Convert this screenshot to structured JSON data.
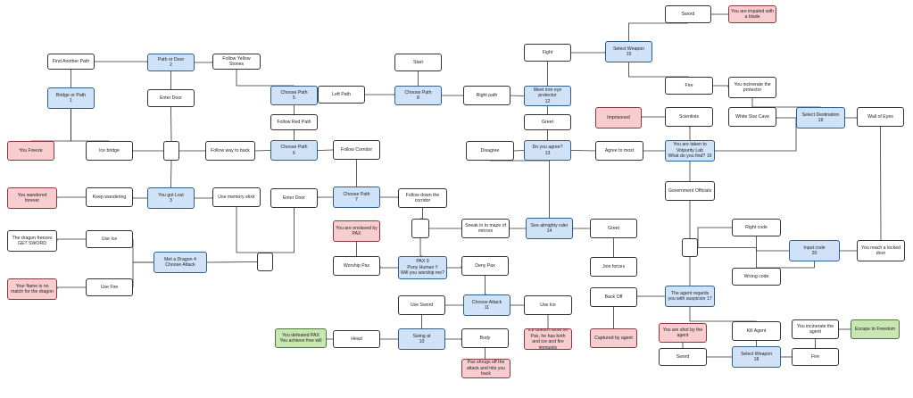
{
  "colors": {
    "choice": "#cfe2f7",
    "bad": "#f8cdd0",
    "good": "#c8e6b4",
    "plain": "#ffffff",
    "line": "#333333"
  },
  "nodes": [
    {
      "id": "find_another_path",
      "title": "Find Another Path",
      "kind": "plain"
    },
    {
      "id": "bridge_or_path",
      "title": "Bridge or Path",
      "num": "1",
      "kind": "choice"
    },
    {
      "id": "path_or_door",
      "title": "Path or Door",
      "num": "2",
      "kind": "choice"
    },
    {
      "id": "follow_yellow_stones",
      "title": "Follow Yellow Stones",
      "kind": "plain"
    },
    {
      "id": "enter_door_top",
      "title": "Enter Door",
      "kind": "plain"
    },
    {
      "id": "you_freeze",
      "title": "You Freeze",
      "kind": "bad"
    },
    {
      "id": "ice_bridge",
      "title": "Ice bridge",
      "kind": "plain"
    },
    {
      "id": "junction_a",
      "title": "",
      "kind": "junction"
    },
    {
      "id": "follow_way_back",
      "title": "Follow way to back",
      "kind": "plain"
    },
    {
      "id": "wandered_forever",
      "title": "You wandered forever",
      "kind": "bad"
    },
    {
      "id": "keep_wandering",
      "title": "Keep wandering",
      "kind": "plain"
    },
    {
      "id": "you_got_lost",
      "title": "You got Lost",
      "num": "3",
      "kind": "choice"
    },
    {
      "id": "use_memory_elixir",
      "title": "Use memory elixir",
      "kind": "plain"
    },
    {
      "id": "dragon_freezes",
      "title": "The dragon freezes\nGET SWORD",
      "kind": "plain"
    },
    {
      "id": "use_ice_left",
      "title": "Use Ice",
      "kind": "plain"
    },
    {
      "id": "met_dragon",
      "title": "Met a Dragon 4\nChoose Attack",
      "kind": "choice"
    },
    {
      "id": "junction_b",
      "title": "",
      "kind": "junction"
    },
    {
      "id": "flame_no_match",
      "title": "Your flame is no match for the dragon",
      "kind": "bad"
    },
    {
      "id": "use_fire_left",
      "title": "Use Fire",
      "kind": "plain"
    },
    {
      "id": "choose_path_5",
      "title": "Choose Path",
      "num": "5",
      "kind": "choice"
    },
    {
      "id": "left_path",
      "title": "Left Path",
      "kind": "plain"
    },
    {
      "id": "follow_red_path",
      "title": "Follow Red Path",
      "kind": "plain"
    },
    {
      "id": "choose_path_6",
      "title": "Choose Path",
      "num": "6",
      "kind": "choice"
    },
    {
      "id": "follow_corridor",
      "title": "Follow Corridor",
      "kind": "plain"
    },
    {
      "id": "enter_door_mid",
      "title": "Enter Door",
      "kind": "plain"
    },
    {
      "id": "choose_path_7",
      "title": "Choose Path",
      "num": "7",
      "kind": "choice"
    },
    {
      "id": "follow_down_corridor",
      "title": "Follow down the corridor",
      "kind": "plain"
    },
    {
      "id": "start",
      "title": "Start",
      "kind": "plain"
    },
    {
      "id": "choose_path_8",
      "title": "Choose Path",
      "num": "8",
      "kind": "choice"
    },
    {
      "id": "right_path",
      "title": "Right path",
      "kind": "plain"
    },
    {
      "id": "enslaved_by_pax",
      "title": "You are enslaved by PAX",
      "kind": "bad"
    },
    {
      "id": "junction_c",
      "title": "",
      "kind": "junction"
    },
    {
      "id": "sneak_maze",
      "title": "Sneak in to maze of mirrors",
      "kind": "plain"
    },
    {
      "id": "see_almighty_ruler",
      "title": "See almighty ruler",
      "num": "14",
      "kind": "choice"
    },
    {
      "id": "greet_14",
      "title": "Greet",
      "kind": "plain"
    },
    {
      "id": "worship_pax",
      "title": "Worship Pax",
      "kind": "plain"
    },
    {
      "id": "pax_9",
      "title": "PAX 9\nPuny Human !!\nWill you worship me?",
      "kind": "choice"
    },
    {
      "id": "deny_pax",
      "title": "Deny Pax",
      "kind": "plain"
    },
    {
      "id": "join_forces",
      "title": "Join forces",
      "kind": "plain"
    },
    {
      "id": "use_sword_11",
      "title": "Use Sword",
      "kind": "plain"
    },
    {
      "id": "choose_attack_11",
      "title": "Choose Attack",
      "num": "11",
      "kind": "choice"
    },
    {
      "id": "use_ice_11",
      "title": "Use Ice",
      "kind": "plain"
    },
    {
      "id": "defeated_pax",
      "title": "You defeated PAX\nYou achieve free will",
      "kind": "good"
    },
    {
      "id": "head",
      "title": "Head",
      "kind": "plain"
    },
    {
      "id": "swing_at",
      "title": "Swing at",
      "num": "10",
      "kind": "choice"
    },
    {
      "id": "body",
      "title": "Body",
      "kind": "plain"
    },
    {
      "id": "ice_no_work",
      "title": "Ice doesn't work on Pax, he has both and ice and fire immunity",
      "kind": "bad"
    },
    {
      "id": "pax_shrugs",
      "title": "Pax shrugs off the attack and hits you back",
      "kind": "bad"
    },
    {
      "id": "fight",
      "title": "Fight",
      "kind": "plain"
    },
    {
      "id": "select_weapon_15",
      "title": "Select Weapon",
      "num": "15",
      "kind": "choice"
    },
    {
      "id": "sword_top",
      "title": "Sword",
      "kind": "plain"
    },
    {
      "id": "impaled",
      "title": "You are impaled with a blade",
      "kind": "bad"
    },
    {
      "id": "meet_iron_eye",
      "title": "Meet iron eye protector",
      "num": "12",
      "kind": "choice"
    },
    {
      "id": "fire_top",
      "title": "Fire",
      "kind": "plain"
    },
    {
      "id": "incinerate_protector",
      "title": "You incinerate the protector",
      "kind": "plain"
    },
    {
      "id": "greet_12",
      "title": "Greet",
      "kind": "plain"
    },
    {
      "id": "disagree",
      "title": "Disagree",
      "kind": "plain"
    },
    {
      "id": "do_you_agree",
      "title": "Do you agree?",
      "num": "13",
      "kind": "choice"
    },
    {
      "id": "agree_most",
      "title": "Agree to most",
      "kind": "plain"
    },
    {
      "id": "imprisoned",
      "title": "Imprisoned",
      "kind": "bad"
    },
    {
      "id": "scientists",
      "title": "Scientists",
      "kind": "plain"
    },
    {
      "id": "taken_to_volpurity",
      "title": "You are taken to Volpurity Lab\nWhat do you find? 16",
      "kind": "choice"
    },
    {
      "id": "white_star_cave",
      "title": "White Star Cave",
      "kind": "plain"
    },
    {
      "id": "select_destination",
      "title": "Select Destination",
      "num": "19",
      "kind": "choice"
    },
    {
      "id": "wall_of_eyes",
      "title": "Wall of Eyes",
      "kind": "plain"
    },
    {
      "id": "government_officials",
      "title": "Government Officials",
      "kind": "plain"
    },
    {
      "id": "junction_d",
      "title": "",
      "kind": "junction"
    },
    {
      "id": "right_code",
      "title": "Right code",
      "kind": "plain"
    },
    {
      "id": "input_code",
      "title": "Input code",
      "num": "20",
      "kind": "choice"
    },
    {
      "id": "locked_door",
      "title": "You reach a locked door",
      "kind": "plain"
    },
    {
      "id": "wrong_code",
      "title": "Wrong code",
      "kind": "plain"
    },
    {
      "id": "back_off",
      "title": "Back Off",
      "kind": "plain"
    },
    {
      "id": "agent_suspicion",
      "title": "The agent regards you with suspicion 17",
      "kind": "choice"
    },
    {
      "id": "captured_by_agent",
      "title": "Captured by agent",
      "kind": "bad"
    },
    {
      "id": "shot_by_agent",
      "title": "You are shot by the agent",
      "kind": "bad"
    },
    {
      "id": "kill_agent",
      "title": "Kill Agent",
      "kind": "plain"
    },
    {
      "id": "incinerate_agent",
      "title": "You incinerate the agent",
      "kind": "plain"
    },
    {
      "id": "escape_freedom",
      "title": "Escape to Freedom",
      "kind": "good"
    },
    {
      "id": "sword_bottom",
      "title": "Sword",
      "kind": "plain"
    },
    {
      "id": "select_weapon_18",
      "title": "Select Weapon",
      "num": "18",
      "kind": "choice"
    },
    {
      "id": "fire_bottom",
      "title": "Fire",
      "kind": "plain"
    }
  ],
  "edges": [
    [
      "find_another_path",
      "bridge_or_path"
    ],
    [
      "find_another_path",
      "path_or_door"
    ],
    [
      "bridge_or_path",
      "you_freeze"
    ],
    [
      "bridge_or_path",
      "ice_bridge"
    ],
    [
      "path_or_door",
      "follow_yellow_stones"
    ],
    [
      "follow_yellow_stones",
      "choose_path_5"
    ],
    [
      "path_or_door",
      "enter_door_top"
    ],
    [
      "enter_door_top",
      "junction_a"
    ],
    [
      "ice_bridge",
      "junction_a"
    ],
    [
      "junction_a",
      "follow_way_back"
    ],
    [
      "follow_way_back",
      "choose_path_6"
    ],
    [
      "junction_a",
      "you_got_lost"
    ],
    [
      "you_got_lost",
      "keep_wandering"
    ],
    [
      "keep_wandering",
      "wandered_forever"
    ],
    [
      "you_got_lost",
      "use_memory_elixir"
    ],
    [
      "use_memory_elixir",
      "junction_b"
    ],
    [
      "met_dragon",
      "junction_b"
    ],
    [
      "enter_door_mid",
      "junction_b"
    ],
    [
      "met_dragon",
      "use_ice_left"
    ],
    [
      "use_ice_left",
      "dragon_freezes"
    ],
    [
      "met_dragon",
      "use_fire_left"
    ],
    [
      "use_fire_left",
      "flame_no_match"
    ],
    [
      "choose_path_5",
      "left_path"
    ],
    [
      "left_path",
      "choose_path_8"
    ],
    [
      "choose_path_5",
      "follow_red_path"
    ],
    [
      "follow_red_path",
      "choose_path_6"
    ],
    [
      "choose_path_6",
      "follow_corridor"
    ],
    [
      "follow_corridor",
      "choose_path_7"
    ],
    [
      "choose_path_7",
      "enter_door_mid"
    ],
    [
      "choose_path_7",
      "follow_down_corridor"
    ],
    [
      "follow_down_corridor",
      "junction_c"
    ],
    [
      "start",
      "choose_path_8"
    ],
    [
      "choose_path_8",
      "right_path"
    ],
    [
      "right_path",
      "meet_iron_eye"
    ],
    [
      "junction_c",
      "sneak_maze"
    ],
    [
      "sneak_maze",
      "see_almighty_ruler"
    ],
    [
      "junction_c",
      "pax_9"
    ],
    [
      "see_almighty_ruler",
      "greet_14"
    ],
    [
      "greet_14",
      "join_forces"
    ],
    [
      "see_almighty_ruler",
      "disagree"
    ],
    [
      "pax_9",
      "worship_pax"
    ],
    [
      "worship_pax",
      "enslaved_by_pax"
    ],
    [
      "pax_9",
      "deny_pax"
    ],
    [
      "deny_pax",
      "choose_attack_11"
    ],
    [
      "choose_attack_11",
      "use_sword_11"
    ],
    [
      "use_sword_11",
      "swing_at"
    ],
    [
      "choose_attack_11",
      "use_ice_11"
    ],
    [
      "use_ice_11",
      "ice_no_work"
    ],
    [
      "swing_at",
      "head"
    ],
    [
      "head",
      "defeated_pax"
    ],
    [
      "swing_at",
      "body"
    ],
    [
      "body",
      "pax_shrugs"
    ],
    [
      "meet_iron_eye",
      "fight"
    ],
    [
      "fight",
      "select_weapon_15"
    ],
    [
      "select_weapon_15",
      "sword_top"
    ],
    [
      "sword_top",
      "impaled"
    ],
    [
      "select_weapon_15",
      "fire_top"
    ],
    [
      "fire_top",
      "incinerate_protector"
    ],
    [
      "meet_iron_eye",
      "greet_12"
    ],
    [
      "greet_12",
      "do_you_agree"
    ],
    [
      "do_you_agree",
      "disagree"
    ],
    [
      "do_you_agree",
      "agree_most"
    ],
    [
      "agree_most",
      "taken_to_volpurity"
    ],
    [
      "taken_to_volpurity",
      "scientists"
    ],
    [
      "scientists",
      "imprisoned"
    ],
    [
      "taken_to_volpurity",
      "select_destination"
    ],
    [
      "select_destination",
      "white_star_cave"
    ],
    [
      "select_destination",
      "wall_of_eyes"
    ],
    [
      "incinerate_protector",
      "select_destination"
    ],
    [
      "wall_of_eyes",
      "locked_door"
    ],
    [
      "locked_door",
      "input_code"
    ],
    [
      "taken_to_volpurity",
      "government_officials"
    ],
    [
      "government_officials",
      "junction_d"
    ],
    [
      "input_code",
      "right_code"
    ],
    [
      "right_code",
      "junction_d"
    ],
    [
      "input_code",
      "wrong_code"
    ],
    [
      "wrong_code",
      "junction_d"
    ],
    [
      "junction_d",
      "agent_suspicion"
    ],
    [
      "agent_suspicion",
      "back_off"
    ],
    [
      "back_off",
      "captured_by_agent"
    ],
    [
      "agent_suspicion",
      "kill_agent"
    ],
    [
      "kill_agent",
      "select_weapon_18"
    ],
    [
      "select_weapon_18",
      "sword_bottom"
    ],
    [
      "sword_bottom",
      "shot_by_agent"
    ],
    [
      "select_weapon_18",
      "fire_bottom"
    ],
    [
      "fire_bottom",
      "incinerate_agent"
    ],
    [
      "incinerate_agent",
      "escape_freedom"
    ]
  ]
}
